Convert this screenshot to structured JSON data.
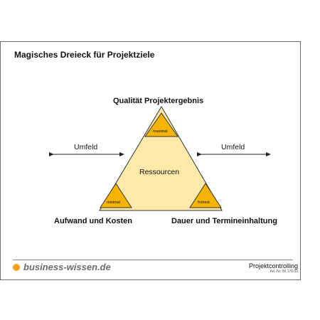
{
  "slide": {
    "title": "Magisches Dreieck für Projektziele",
    "top_label": "Qualität Projektergebnis",
    "left_label": "Aufwand und Kosten",
    "right_label": "Dauer und Termineinhaltung",
    "center_label": "Ressourcen",
    "left_arrow_label": "Umfeld",
    "right_arrow_label": "Umfeld",
    "corner_top": "maximal",
    "corner_left": "minimal",
    "corner_right": "frühest"
  },
  "colors": {
    "triangle_fill": "#fde9a9",
    "corner_fill": "#f4b400",
    "stroke": "#333333",
    "brand_orange": "#f3a01a"
  },
  "footer": {
    "brand": "business-wissen.de",
    "brand_icon": "orange-dot-icon",
    "title": "Projektcontrolling",
    "code": "Art.-Nr. 99.170.00"
  }
}
